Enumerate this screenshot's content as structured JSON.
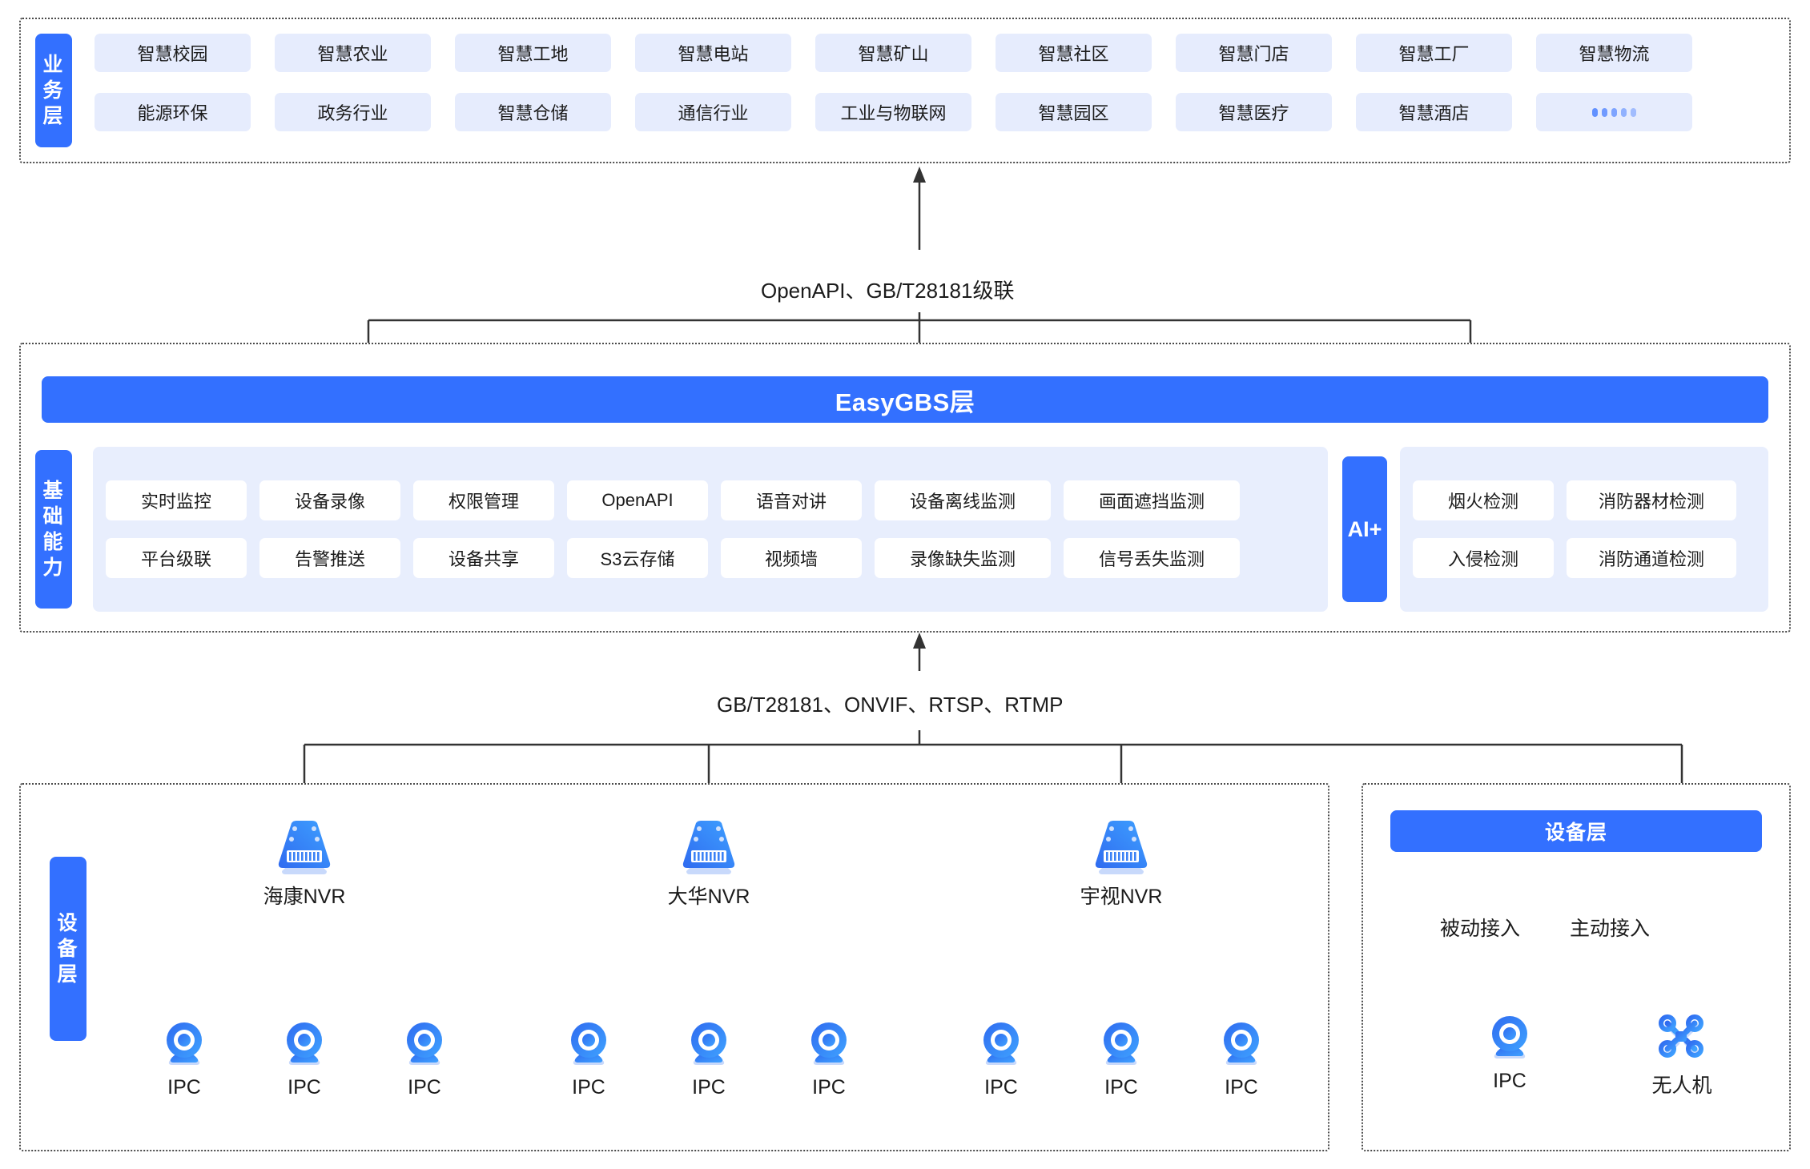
{
  "colors": {
    "brand_blue": "#3370ff",
    "cell_bg": "#e6ecfd",
    "panel_bg": "#e8eefd",
    "line": "#333333",
    "white": "#ffffff"
  },
  "business_layer": {
    "tag": [
      "业",
      "务",
      "层"
    ],
    "tag_text": "业务层",
    "rows": [
      [
        {
          "label": "智慧校园"
        },
        {
          "label": "智慧农业"
        },
        {
          "label": "智慧工地"
        },
        {
          "label": "智慧电站"
        },
        {
          "label": "智慧矿山"
        },
        {
          "label": "智慧社区"
        },
        {
          "label": "智慧门店"
        },
        {
          "label": "智慧工厂"
        },
        {
          "label": "智慧物流"
        }
      ],
      [
        {
          "label": "能源环保"
        },
        {
          "label": "政务行业"
        },
        {
          "label": "智慧仓储"
        },
        {
          "label": "通信行业"
        },
        {
          "label": "工业与物联网"
        },
        {
          "label": "智慧园区"
        },
        {
          "label": "智慧医疗"
        },
        {
          "label": "智慧酒店"
        },
        {
          "label": "……",
          "is_ellipsis": true
        }
      ]
    ]
  },
  "connectors": {
    "top_label": "OpenAPI、GB/T28181级联",
    "bottom_label": "GB/T28181、ONVIF、RTSP、RTMP"
  },
  "gbs_layer": {
    "title": "EasyGBS层",
    "base_tag_text": "基础能力",
    "base_tag": [
      "基",
      "础",
      "能",
      "力"
    ],
    "capabilities": [
      [
        {
          "label": "实时监控",
          "w": 1
        },
        {
          "label": "设备录像",
          "w": 1
        },
        {
          "label": "权限管理",
          "w": 1
        },
        {
          "label": "OpenAPI",
          "w": 1
        },
        {
          "label": "语音对讲",
          "w": 1
        },
        {
          "label": "设备离线监测",
          "w": 2
        },
        {
          "label": "画面遮挡监测",
          "w": 2
        }
      ],
      [
        {
          "label": "平台级联",
          "w": 1
        },
        {
          "label": "告警推送",
          "w": 1
        },
        {
          "label": "设备共享",
          "w": 1
        },
        {
          "label": "S3云存储",
          "w": 1
        },
        {
          "label": "视频墙",
          "w": 1
        },
        {
          "label": "录像缺失监测",
          "w": 2
        },
        {
          "label": "信号丢失监测",
          "w": 2
        }
      ]
    ],
    "ai": {
      "tag": "AI+",
      "rows": [
        [
          {
            "label": "烟火检测",
            "w": 1
          },
          {
            "label": "消防器材检测",
            "w": 2
          }
        ],
        [
          {
            "label": "入侵检测",
            "w": 1
          },
          {
            "label": "消防通道检测",
            "w": 2
          }
        ]
      ]
    }
  },
  "device_layer_left": {
    "tag_text": "设备层",
    "tag": [
      "设",
      "备",
      "层"
    ],
    "groups": [
      {
        "nvr_label": "海康NVR",
        "nvr_icon": "nvr-icon",
        "cameras": [
          {
            "label": "IPC",
            "icon": "ipc-camera-icon"
          },
          {
            "label": "IPC",
            "icon": "ipc-camera-icon"
          },
          {
            "label": "IPC",
            "icon": "ipc-camera-icon"
          }
        ]
      },
      {
        "nvr_label": "大华NVR",
        "nvr_icon": "nvr-icon",
        "cameras": [
          {
            "label": "IPC",
            "icon": "ipc-camera-icon"
          },
          {
            "label": "IPC",
            "icon": "ipc-camera-icon"
          },
          {
            "label": "IPC",
            "icon": "ipc-camera-icon"
          }
        ]
      },
      {
        "nvr_label": "宇视NVR",
        "nvr_icon": "nvr-icon",
        "cameras": [
          {
            "label": "IPC",
            "icon": "ipc-camera-icon"
          },
          {
            "label": "IPC",
            "icon": "ipc-camera-icon"
          },
          {
            "label": "IPC",
            "icon": "ipc-camera-icon"
          }
        ]
      }
    ]
  },
  "device_layer_right": {
    "title": "设备层",
    "nodes": [
      {
        "access_label": "被动接入",
        "device_label": "IPC",
        "icon": "ipc-camera-icon"
      },
      {
        "access_label": "主动接入",
        "device_label": "无人机",
        "icon": "drone-icon"
      }
    ]
  }
}
